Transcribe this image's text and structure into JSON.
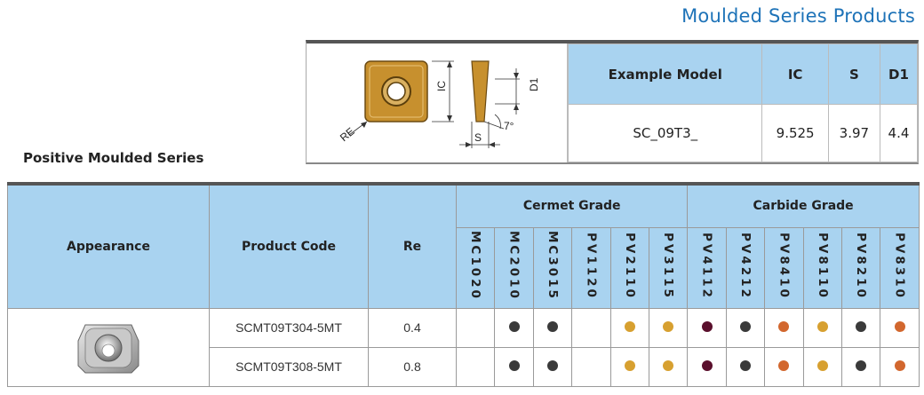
{
  "page_title": "Moulded Series Products",
  "example": {
    "diagram_labels": {
      "re": "RE",
      "ic": "IC",
      "s": "S",
      "d1": "D1",
      "angle": "7°"
    },
    "headers": [
      "Example Model",
      "IC",
      "S",
      "D1"
    ],
    "values": [
      "SC_09T3_",
      "9.525",
      "3.97",
      "4.4"
    ]
  },
  "section_title": "Positive Moulded Series",
  "table": {
    "headers": {
      "appearance": "Appearance",
      "product_code": "Product Code",
      "re": "Re"
    },
    "cermet_group": "Cermet Grade",
    "carbide_group": "Carbide Grade",
    "cermet_grades": [
      "MC1020",
      "MC2010",
      "MC3015",
      "PV1120",
      "PV2110",
      "PV3115"
    ],
    "carbide_grades": [
      "PV4112",
      "PV4212",
      "PV8410",
      "PV8110",
      "PV8210",
      "PV8310"
    ],
    "rows": [
      {
        "code": "SCMT09T304-5MT",
        "re": "0.4",
        "marks": [
          "",
          "dark",
          "dark",
          "",
          "gold",
          "gold",
          "maroon",
          "dark",
          "orange",
          "gold",
          "dark",
          "orange"
        ]
      },
      {
        "code": "SCMT09T308-5MT",
        "re": "0.8",
        "marks": [
          "",
          "dark",
          "dark",
          "",
          "gold",
          "gold",
          "maroon",
          "dark",
          "orange",
          "gold",
          "dark",
          "orange"
        ]
      }
    ],
    "dot_colors": {
      "dark": "#3a3a3a",
      "gold": "#d7a030",
      "maroon": "#5a0f2c",
      "orange": "#d2672e"
    }
  }
}
